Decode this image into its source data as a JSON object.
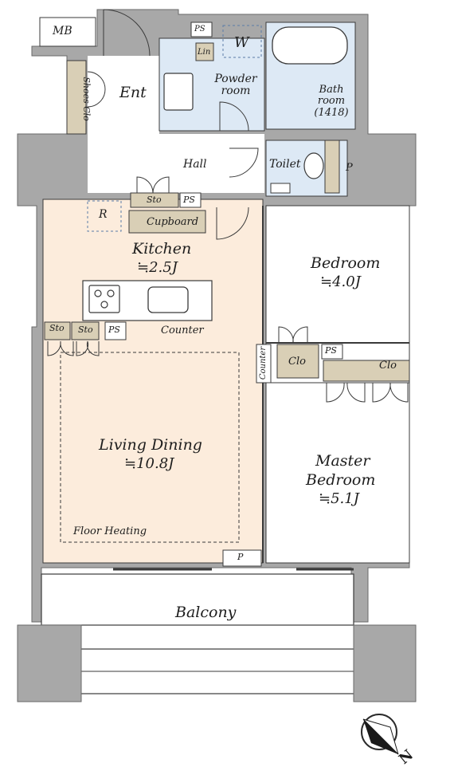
{
  "rooms": {
    "mb": "MB",
    "ent": "Ent",
    "shoes": "Shoes Clo",
    "ps_top": "PS",
    "lin": "Lin",
    "w": "W",
    "powder": "Powder room",
    "bath": "Bath room (1418)",
    "hall": "Hall",
    "toilet": "Toilet",
    "p_right": "P",
    "r": "R",
    "sto_k": "Sto",
    "ps_k": "PS",
    "cupboard": "Cupboard",
    "kitchen": "Kitchen",
    "kitchen_size": "≒2.5J",
    "bedroom": "Bedroom",
    "bedroom_size": "≒4.0J",
    "sto_l1": "Sto",
    "sto_l2": "Sto",
    "ps_l": "PS",
    "counter": "Counter",
    "counter_v": "Counter",
    "clo1": "Clo",
    "ps_m": "PS",
    "clo2": "Clo",
    "living": "Living Dining",
    "living_size": "≒10.8J",
    "master1": "Master",
    "master2": "Bedroom",
    "master_size": "≒5.1J",
    "floor_heating": "Floor Heating",
    "p_bottom": "P",
    "balcony": "Balcony",
    "compass": "N"
  },
  "colors": {
    "wall": "#a8a8a8",
    "wall_edge": "#6a6a6a",
    "wet_area": "#dde9f5",
    "living_floor": "#fcecdc",
    "storage": "#d9cfb6",
    "outline": "#3a3a3a"
  }
}
